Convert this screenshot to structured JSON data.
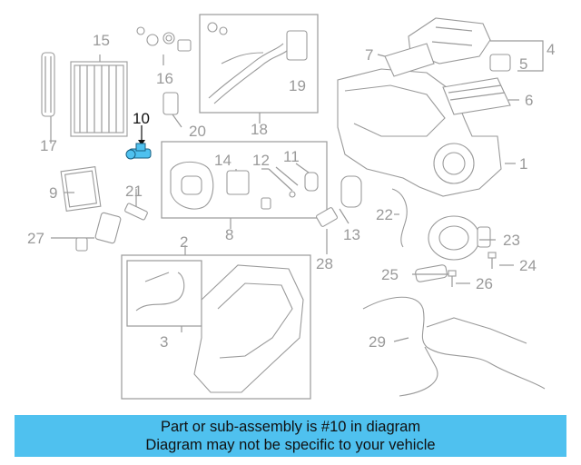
{
  "callouts": {
    "c1": "1",
    "c2": "2",
    "c3": "3",
    "c4": "4",
    "c5": "5",
    "c6": "6",
    "c7": "7",
    "c8": "8",
    "c9": "9",
    "c10": "10",
    "c11": "11",
    "c12": "12",
    "c13": "13",
    "c14": "14",
    "c15": "15",
    "c16": "16",
    "c17": "17",
    "c18": "18",
    "c19": "19",
    "c20": "20",
    "c21": "21",
    "c22": "22",
    "c23": "23",
    "c24": "24",
    "c25": "25",
    "c26": "26",
    "c27": "27",
    "c28": "28",
    "c29": "29"
  },
  "highlighted_part": "10",
  "colors": {
    "banner": "#4fc1ef",
    "highlight": "#4fc1ef",
    "line_art": "#9a9a9a"
  },
  "banner": {
    "line1": "Part or sub-assembly is #10 in diagram",
    "line2": "Diagram may not be specific to your vehicle"
  }
}
